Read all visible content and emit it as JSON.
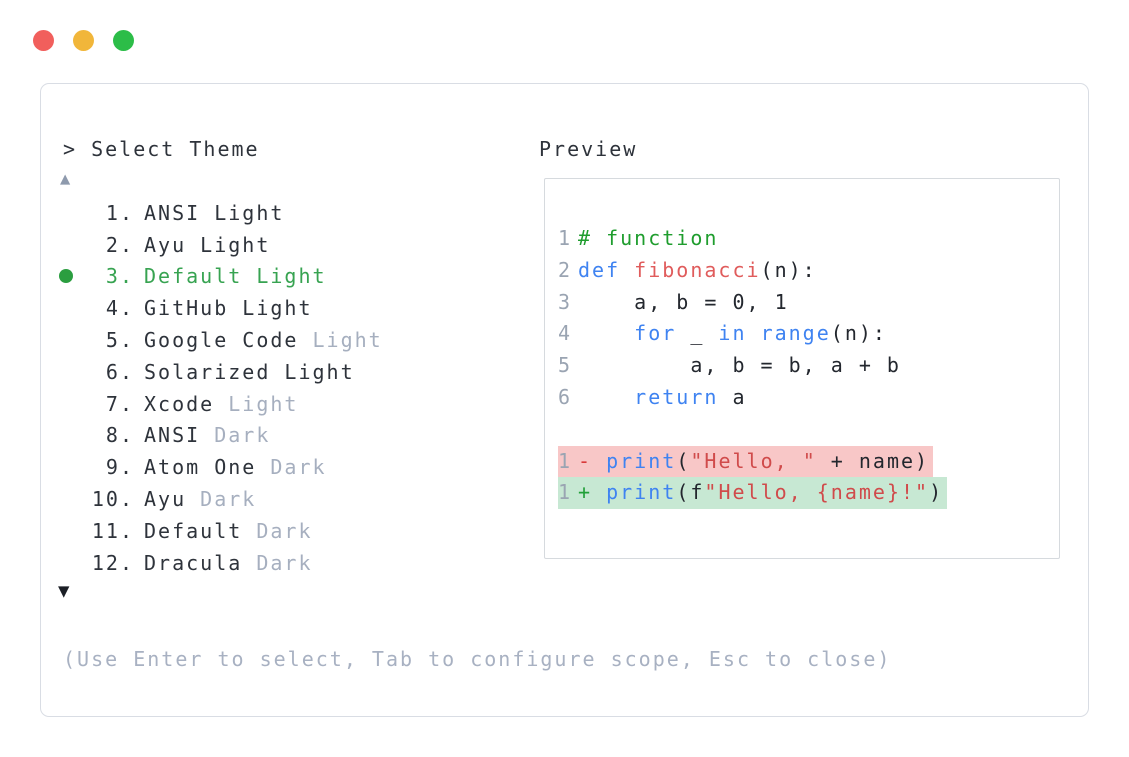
{
  "colors": {
    "panel_border": "#d9dde4",
    "preview_border": "#d6dade",
    "traffic_red": "#f15f5c",
    "traffic_yellow": "#f1b63a",
    "traffic_green": "#2cbd48",
    "text_dark": "#2e333b",
    "text_dim": "#a6afbf",
    "selected_green": "#37a351",
    "dot_green": "#2b9e40",
    "up_arrow": "#8e9aad",
    "down_arrow": "#1b1f26",
    "help_text": "#a8b1c2",
    "code_text": "#23272e",
    "line_number": "#9aa4b2",
    "comment_green": "#1f9d2e",
    "keyword_blue": "#3f83f1",
    "function_red": "#e05c5c",
    "string_red": "#d04b4b",
    "removed_bg": "#f8c7c7",
    "added_bg": "#c7e8d3",
    "minus_red": "#d93a3a",
    "plus_green": "#21a038"
  },
  "picker": {
    "prompt": "> Select Theme",
    "scroll_up": "▲",
    "scroll_down": "▼",
    "items": [
      {
        "num": "1",
        "main": "ANSI Light",
        "dim": "",
        "selected": false
      },
      {
        "num": "2",
        "main": "Ayu Light",
        "dim": "",
        "selected": false
      },
      {
        "num": "3",
        "main": "Default Light",
        "dim": "",
        "selected": true
      },
      {
        "num": "4",
        "main": "GitHub Light",
        "dim": "",
        "selected": false
      },
      {
        "num": "5",
        "main": "Google Code",
        "dim": " Light",
        "selected": false
      },
      {
        "num": "6",
        "main": "Solarized Light",
        "dim": "",
        "selected": false
      },
      {
        "num": "7",
        "main": "Xcode",
        "dim": " Light",
        "selected": false
      },
      {
        "num": "8",
        "main": "ANSI",
        "dim": " Dark",
        "selected": false
      },
      {
        "num": "9",
        "main": "Atom One",
        "dim": " Dark",
        "selected": false
      },
      {
        "num": "10",
        "main": "Ayu",
        "dim": " Dark",
        "selected": false
      },
      {
        "num": "11",
        "main": "Default",
        "dim": " Dark",
        "selected": false
      },
      {
        "num": "12",
        "main": "Dracula",
        "dim": " Dark",
        "selected": false
      }
    ],
    "help": "(Use Enter to select, Tab to configure scope, Esc to close)"
  },
  "preview": {
    "label": "Preview",
    "lines": [
      {
        "num": "1",
        "bg": "",
        "tokens": [
          {
            "c": "cm",
            "t": "# function"
          }
        ]
      },
      {
        "num": "2",
        "bg": "",
        "tokens": [
          {
            "c": "kw",
            "t": "def"
          },
          {
            "c": "pl",
            "t": " "
          },
          {
            "c": "fn",
            "t": "fibonacci"
          },
          {
            "c": "pl",
            "t": "(n):"
          }
        ]
      },
      {
        "num": "3",
        "bg": "",
        "tokens": [
          {
            "c": "pl",
            "t": "    a, b = 0, 1"
          }
        ]
      },
      {
        "num": "4",
        "bg": "",
        "tokens": [
          {
            "c": "pl",
            "t": "    "
          },
          {
            "c": "kw",
            "t": "for"
          },
          {
            "c": "pl",
            "t": " _ "
          },
          {
            "c": "kw",
            "t": "in"
          },
          {
            "c": "pl",
            "t": " "
          },
          {
            "c": "kw",
            "t": "range"
          },
          {
            "c": "pl",
            "t": "(n):"
          }
        ]
      },
      {
        "num": "5",
        "bg": "",
        "tokens": [
          {
            "c": "pl",
            "t": "        a, b = b, a + b"
          }
        ]
      },
      {
        "num": "6",
        "bg": "",
        "tokens": [
          {
            "c": "pl",
            "t": "    "
          },
          {
            "c": "kw",
            "t": "return"
          },
          {
            "c": "pl",
            "t": " a"
          }
        ]
      },
      {
        "num": "",
        "bg": "",
        "tokens": []
      },
      {
        "num": "1",
        "bg": "removed",
        "tokens": [
          {
            "c": "minus",
            "t": "- "
          },
          {
            "c": "kw",
            "t": "print"
          },
          {
            "c": "pl",
            "t": "("
          },
          {
            "c": "str",
            "t": "\"Hello, \""
          },
          {
            "c": "pl",
            "t": " + name)"
          }
        ]
      },
      {
        "num": "1",
        "bg": "added",
        "tokens": [
          {
            "c": "plus",
            "t": "+ "
          },
          {
            "c": "kw",
            "t": "print"
          },
          {
            "c": "pl",
            "t": "(f"
          },
          {
            "c": "str",
            "t": "\"Hello, {name}!\""
          },
          {
            "c": "pl",
            "t": ")"
          }
        ]
      }
    ]
  }
}
